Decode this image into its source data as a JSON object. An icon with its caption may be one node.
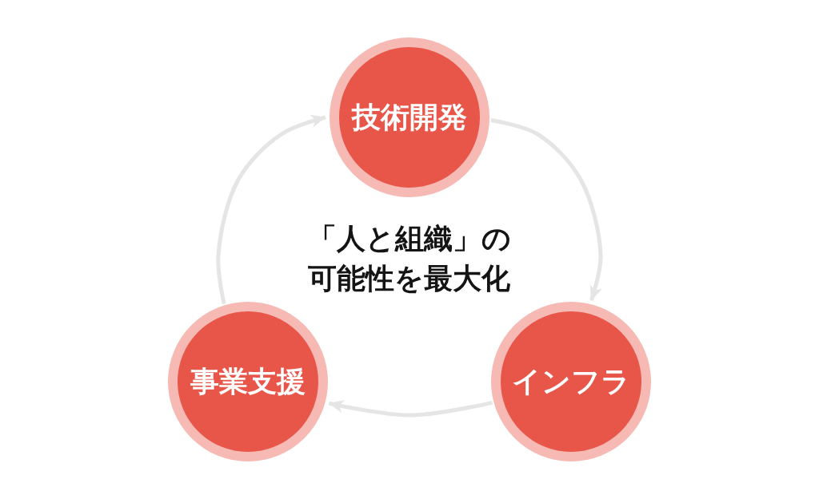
{
  "diagram": {
    "nodes": [
      {
        "text": [
          "技術開発"
        ]
      },
      {
        "text": [
          "インフラ"
        ]
      },
      {
        "text": [
          "事業支援"
        ]
      }
    ],
    "edges": [
      {
        "from": 0,
        "to": 1,
        "arrow": "to"
      },
      {
        "from": 1,
        "to": 2,
        "arrow": "to"
      },
      {
        "from": 2,
        "to": 0,
        "arrow": "to"
      }
    ],
    "labels": [
      "「人と組織」の可能性を最大化"
    ]
  }
}
